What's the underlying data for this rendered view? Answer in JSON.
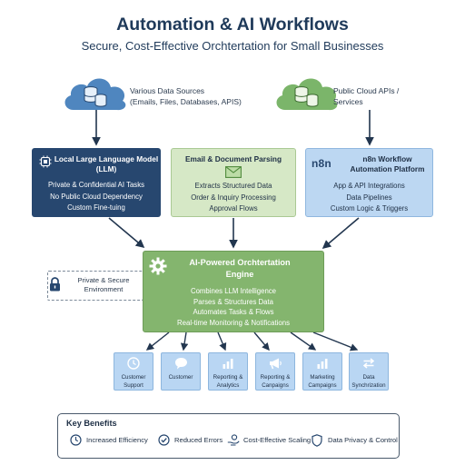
{
  "header": {
    "title": "Automation & AI Workflows",
    "subtitle": "Secure, Cost-Effective Orchtertation for Small Businesses"
  },
  "sources": {
    "data_sources": {
      "line1": "Various Data Sources",
      "line2": "(Emails, Files, Databases, APIS)"
    },
    "cloud_apis": {
      "line1": "Public Cloud APIs /",
      "line2": "Services"
    }
  },
  "components": {
    "llm": {
      "title1": "Local Large Language Model",
      "title2": "(LLM)",
      "items": [
        "Private & Confidential AI Tasks",
        "No Public Cloud Dependency",
        "Custom Fine-tuing"
      ]
    },
    "parsing": {
      "title": "Email & Document Parsing",
      "items": [
        "Extracts Structured Data",
        "Order & Inquiry Processing",
        "Approval Flows"
      ]
    },
    "n8n": {
      "logo": "n8n",
      "title1": "n8n Workflow",
      "title2": "Automation Platform",
      "items": [
        "App & API Integrations",
        "Data Pipelines",
        "Custom Logic & Triggers"
      ]
    }
  },
  "engine": {
    "title1": "AI-Powered Orchtertation",
    "title2": "Engine",
    "items": [
      "Combines LLM Intelligence",
      "Parses & Structures Data",
      "Automates Tasks & Flows",
      "Real-time Monitoring & Notifications"
    ]
  },
  "private_env": {
    "line1": "Private & Secure",
    "line2": "Environment"
  },
  "outputs": [
    {
      "line1": "Customer",
      "line2": "Support",
      "icon": "clock-icon"
    },
    {
      "line1": "Customer",
      "line2": "",
      "icon": "chat-bubble-icon"
    },
    {
      "line1": "Reporting &",
      "line2": "Analytics",
      "icon": "bar-chart-icon"
    },
    {
      "line1": "Reporting &",
      "line2": "Canpaigns",
      "icon": "megaphone-icon"
    },
    {
      "line1": "Marketing",
      "line2": "Campaigns",
      "icon": "bar-chart-icon"
    },
    {
      "line1": "Data",
      "line2": "Synchrization",
      "icon": "sync-arrows-icon"
    }
  ],
  "benefits": {
    "title": "Key Benefits",
    "items": [
      {
        "label": "Increased Efficiency",
        "icon": "clock-icon"
      },
      {
        "label": "Reduced Errors",
        "icon": "check-circle-icon"
      },
      {
        "label": "Cost-Effective Scaling",
        "icon": "hand-coin-icon"
      },
      {
        "label": "Data Privacy & Control",
        "icon": "shield-icon"
      }
    ]
  },
  "colors": {
    "navy": "#27476f",
    "light_green": "#d6e8c6",
    "light_blue": "#bcd7f2",
    "engine_green": "#84b56e",
    "tile_blue": "#b9d6f3",
    "cloud_blue": "#4f86bf",
    "cloud_green": "#7bb56a"
  }
}
